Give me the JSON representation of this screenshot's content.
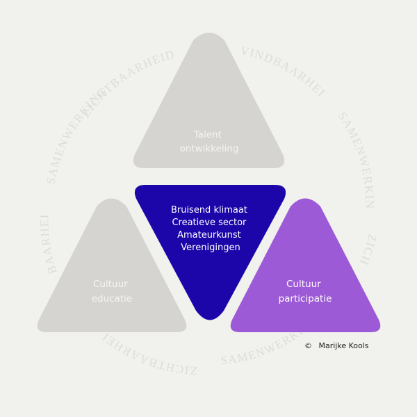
{
  "ring": {
    "arc_top_left": "ZICHTBAARHEID",
    "arc_top_right": "VINDBAARHEID",
    "arc_left": "SAMENWERKING",
    "arc_right": "SAMENWERKING",
    "arc_lower_left": "BAARHEID",
    "arc_bottom_left": "ZICHTBAARHEID",
    "arc_bottom_right": "SAMENWERKING",
    "arc_right_lower": "ZICH"
  },
  "triangles": {
    "top": {
      "line1": "Talent",
      "line2": "ontwikkeling",
      "fill": "#d5d4d0",
      "text_color": "#f4f4f1"
    },
    "left": {
      "line1": "Cultuur",
      "line2": "educatie",
      "fill": "#d5d4d0",
      "text_color": "#f4f4f1"
    },
    "right": {
      "line1": "Cultuur",
      "line2": "participatie",
      "fill": "#9c5ad6",
      "text_color": "#ffffff"
    },
    "center": {
      "lines": [
        "Bruisend klimaat",
        "Creatieve sector",
        "Amateurkunst",
        "Verenigingen"
      ],
      "fill": "#1c06a9",
      "text_color": "#ffffff"
    }
  },
  "credit": {
    "symbol": "©",
    "author": "Marijke Kools"
  }
}
